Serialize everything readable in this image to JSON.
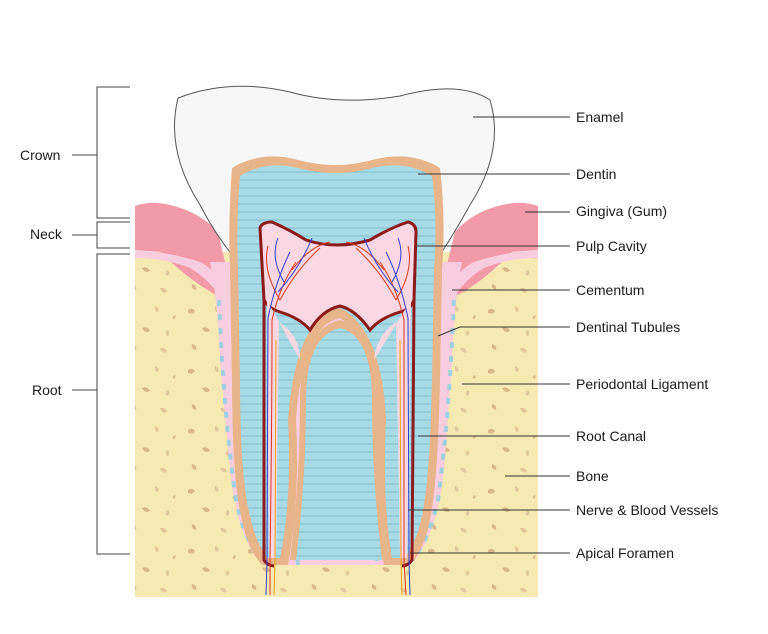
{
  "diagram": {
    "left_labels": {
      "crown": "Crown",
      "neck": "Neck",
      "root": "Root"
    },
    "right_labels": {
      "enamel": "Enamel",
      "dentin": "Dentin",
      "gingiva": "Gingiva (Gum)",
      "pulp_cavity": "Pulp Cavity",
      "cementum": "Cementum",
      "dentinal_tubules": "Dentinal Tubules",
      "periodontal_ligament": "Periodontal Ligament",
      "root_canal": "Root Canal",
      "bone": "Bone",
      "nerve_blood_vessels": "Nerve & Blood Vessels",
      "apical_foramen": "Apical Foramen"
    },
    "colors": {
      "enamel": "#f7f7f7",
      "dentin": "#a8dbe6",
      "dentin_outline": "#e8b48a",
      "pulp": "#f9d7e3",
      "pulp_border": "#8b1a1a",
      "gum": "#f29aa8",
      "bone": "#f6e9b2",
      "bone_spot": "#d9b98a",
      "ligament": "#f8cde0",
      "nerve": "#d4381a",
      "vessel": "#2c3fd1"
    }
  }
}
